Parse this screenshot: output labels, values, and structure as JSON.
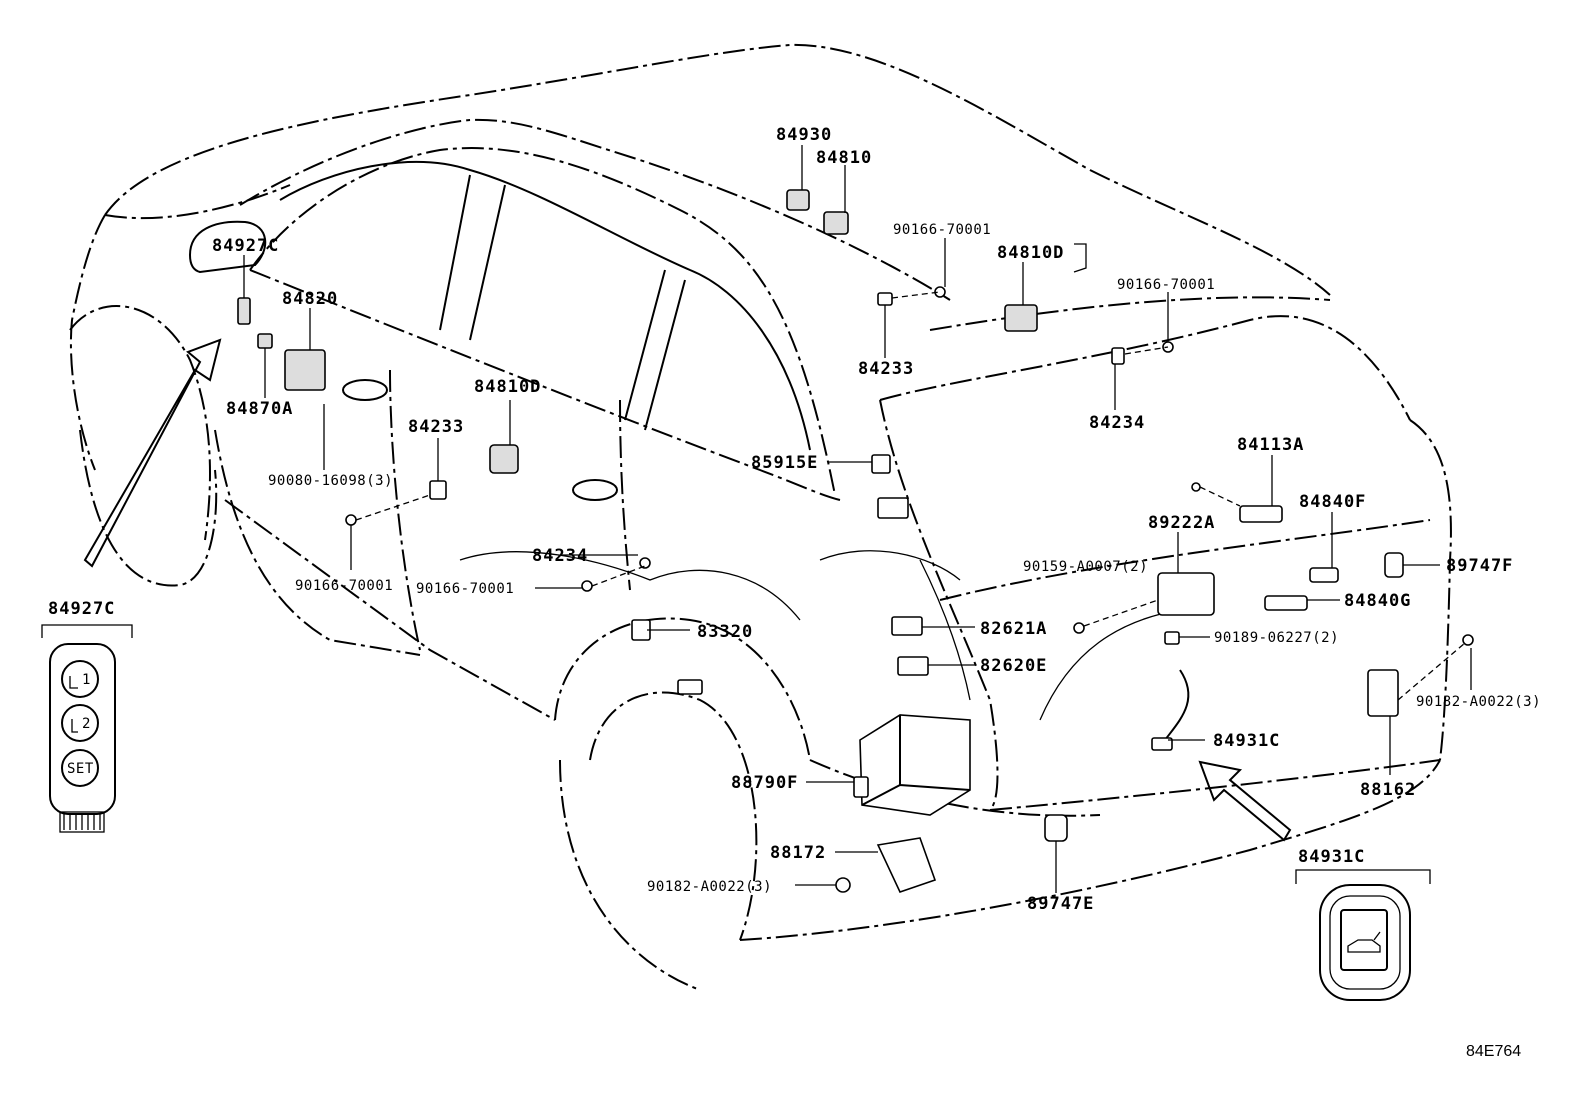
{
  "diagram": {
    "code": "84E764",
    "labels": {
      "p84930": "84930",
      "p84810": "84810",
      "p84810D_top": "84810D",
      "p84810D_door": "84810D",
      "p84927C": "84927C",
      "p84820": "84820",
      "p84870A": "84870A",
      "p90080_16098": "90080-16098(3)",
      "p84233_left": "84233",
      "p84233_roof": "84233",
      "p90166_70001_a": "90166-70001",
      "p90166_70001_b": "90166-70001",
      "p90166_70001_c": "90166-70001",
      "p90166_70001_d": "90166-70001",
      "p84234_right": "84234",
      "p84234_left": "84234",
      "p85915E": "85915E",
      "p84113A": "84113A",
      "p84840F": "84840F",
      "p89222A": "89222A",
      "p90159_A0007": "90159-A0007(2)",
      "p89747F": "89747F",
      "p84840G": "84840G",
      "p83320": "83320",
      "p82621A": "82621A",
      "p90189_06227": "90189-06227(2)",
      "p82620E": "82620E",
      "p90182_A0022_right": "90182-A0022(3)",
      "p84931C": "84931C",
      "p88790F": "88790F",
      "p88162": "88162",
      "p88172": "88172",
      "p90182_A0022_left": "90182-A0022(3)",
      "p89747E": "89747E"
    },
    "insets": {
      "memory_switch": {
        "title": "84927C",
        "buttons": [
          "1",
          "2",
          "SET"
        ]
      },
      "back_switch": {
        "title": "84931C"
      }
    }
  }
}
